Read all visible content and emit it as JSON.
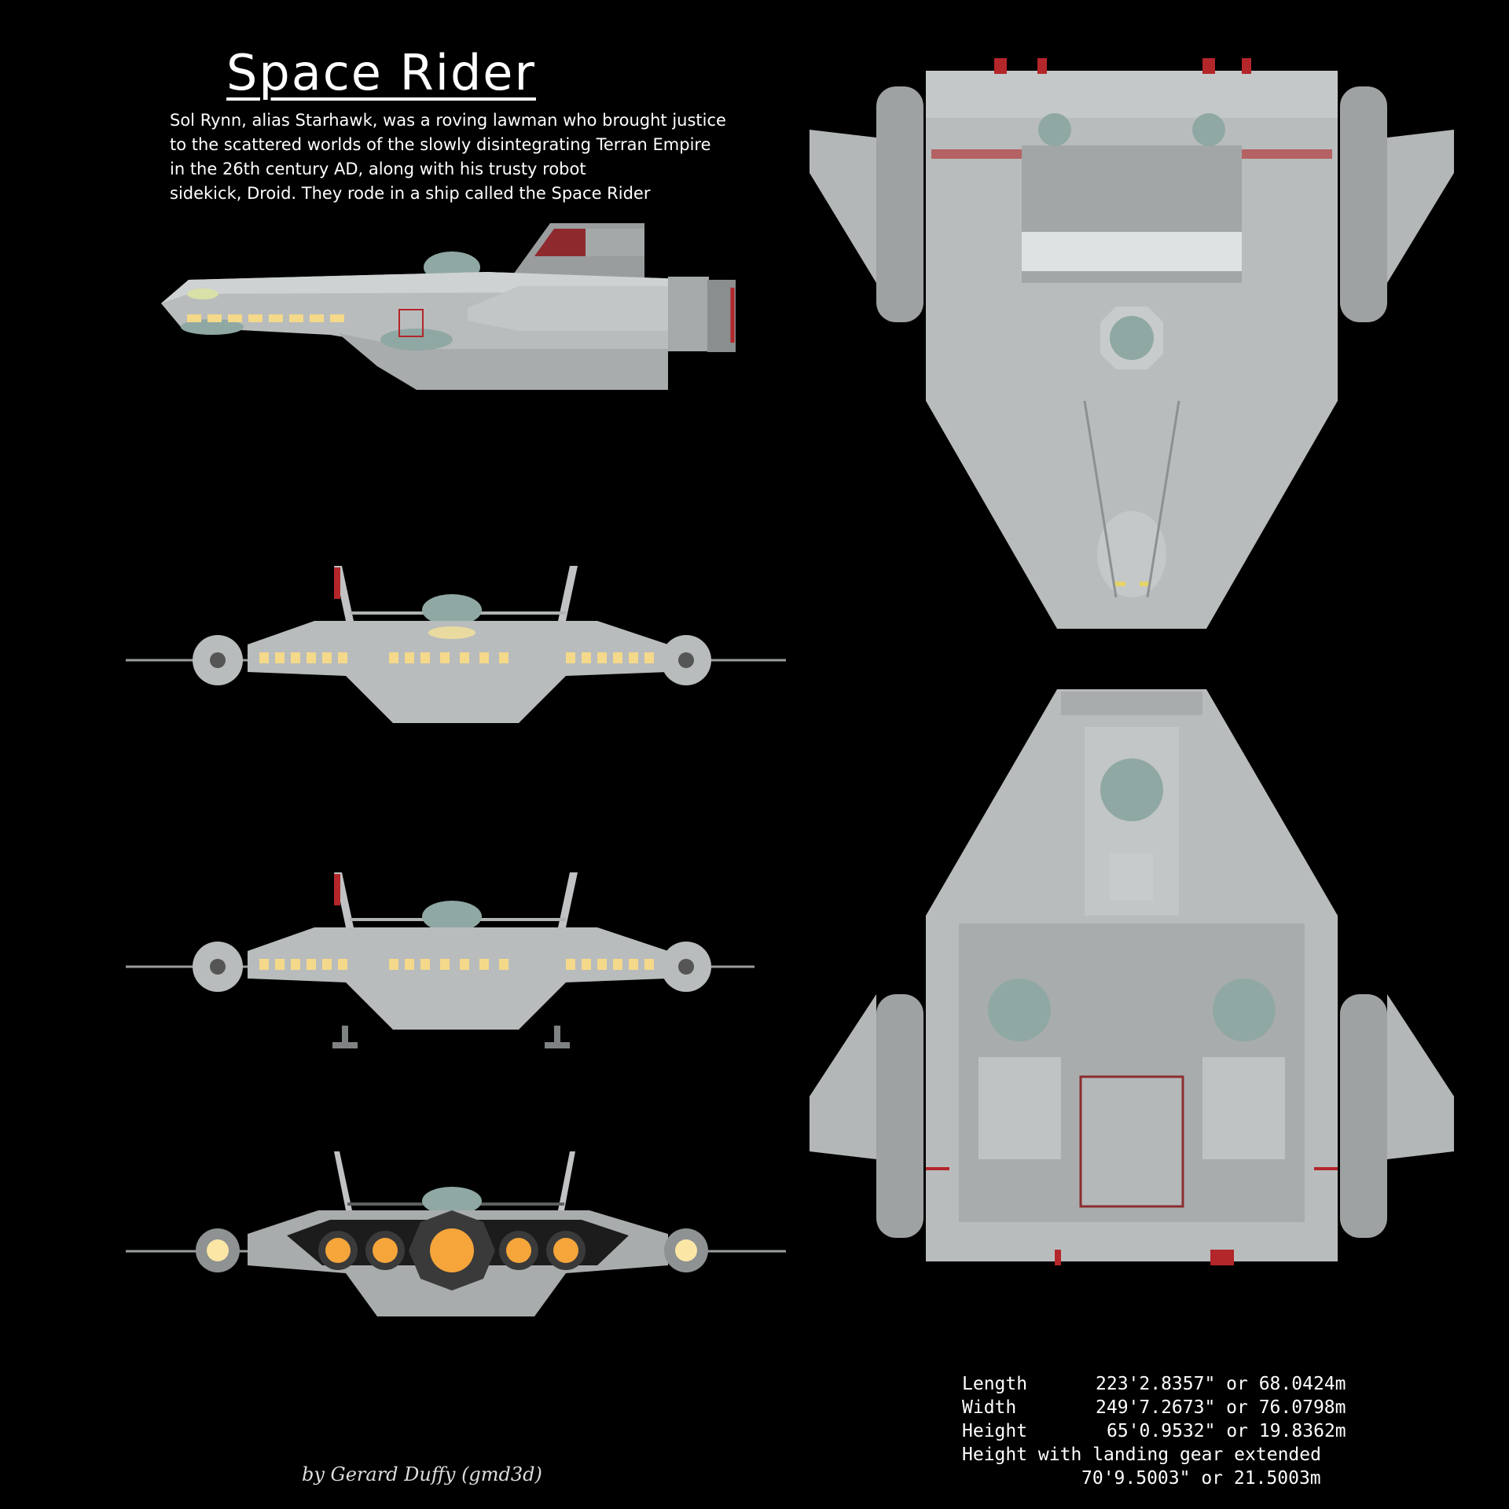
{
  "title": "Space Rider",
  "description_lines": [
    "Sol Rynn, alias Starhawk, was a roving lawman who brought justice",
    "to the scattered worlds of the slowly disintegrating Terran Empire",
    "in the 26th century AD, along with his trusty robot",
    "sidekick, Droid. They rode in a ship called the Space Rider"
  ],
  "specs": {
    "length_label": "Length",
    "length_value": "223'2.8357\" or 68.0424m",
    "width_label": "Width",
    "width_value": "249'7.2673\" or 76.0798m",
    "height_label": "Height",
    "height_value": "65'0.9532\" or 19.8362m",
    "gear_label": "Height with landing gear extended",
    "gear_value": "70'9.5003\" or 21.5003m"
  },
  "credit": "by Gerard Duffy (gmd3d)",
  "colors": {
    "background": "#000000",
    "hull": "#b9bcbc",
    "hull_dark": "#8d9090",
    "dome": "#8fa8a4",
    "stripe": "#b3262a",
    "window": "#f4d98a",
    "engine_glow": "#f6a53a"
  }
}
